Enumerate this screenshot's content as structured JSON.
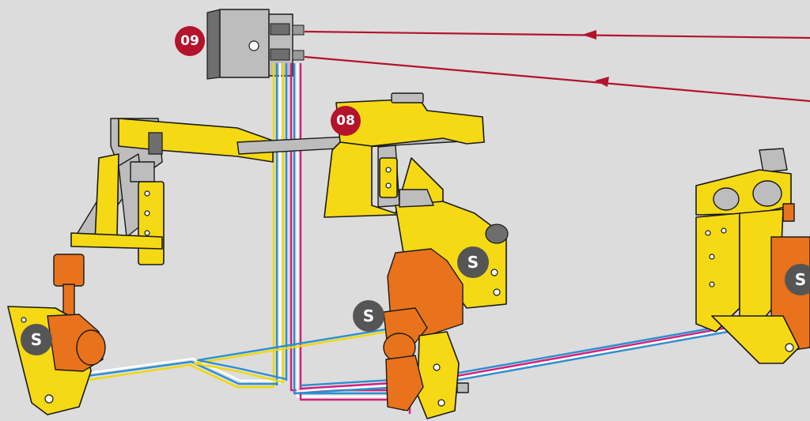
{
  "labels": {
    "callout_09": "09",
    "callout_08": "08",
    "sensor_marker": "S"
  },
  "colors": {
    "background": "#dcdcdc",
    "callout": "#b3132b",
    "sensor": "#555555",
    "signal_line": "#b3132b",
    "wire_yellow": "#f2d800",
    "wire_blue": "#2a8fd0",
    "wire_magenta": "#d4207d",
    "wire_white": "#ffffff",
    "part_yellow": "#f5d915",
    "part_orange": "#e8731c",
    "part_grey": "#bdbdbd"
  },
  "icons": {
    "callout": "red-circle-badge",
    "sensor": "grey-circle-s-badge",
    "flow_arrow": "left-arrowhead"
  }
}
